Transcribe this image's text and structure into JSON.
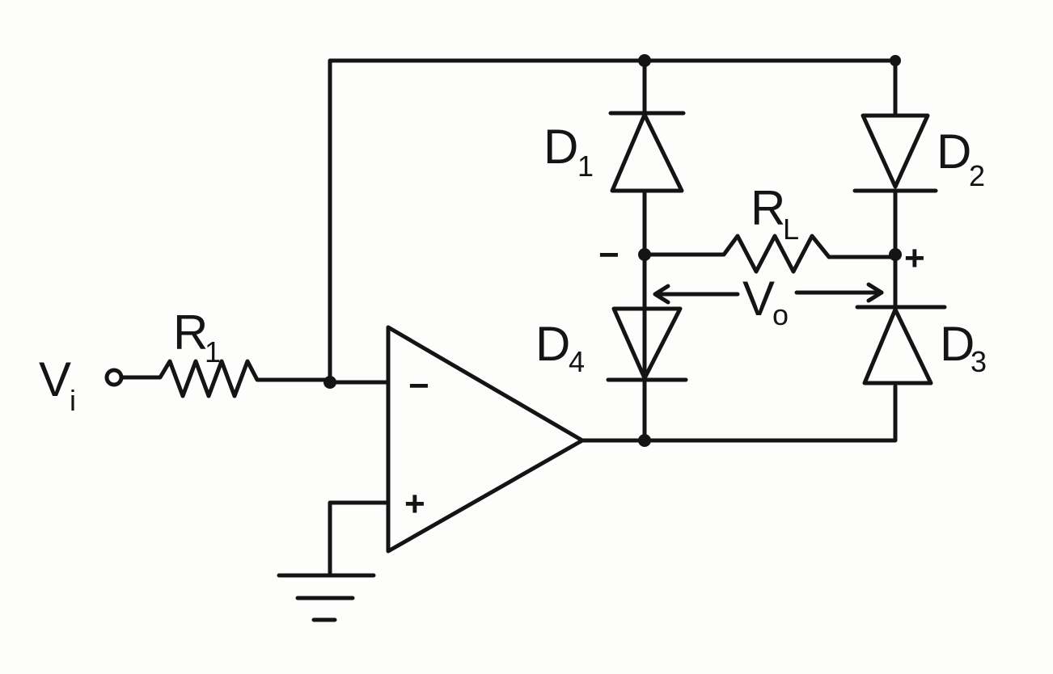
{
  "input_label": {
    "main": "V",
    "sub": "i"
  },
  "resistors": {
    "r1": {
      "main": "R",
      "sub": "1"
    },
    "rl": {
      "main": "R",
      "sub": "L"
    }
  },
  "diodes": {
    "d1": {
      "main": "D",
      "sub": "1"
    },
    "d2": {
      "main": "D",
      "sub": "2"
    },
    "d3": {
      "main": "D",
      "sub": "3"
    },
    "d4": {
      "main": "D",
      "sub": "4"
    }
  },
  "output_label": {
    "main": "V",
    "sub": "o"
  },
  "polarity": {
    "left": "−",
    "right": "+"
  },
  "opamp": {
    "inverting": "−",
    "non_inverting": "+"
  },
  "colors": {
    "ink": "#141414",
    "paper": "#fdfdfc"
  }
}
